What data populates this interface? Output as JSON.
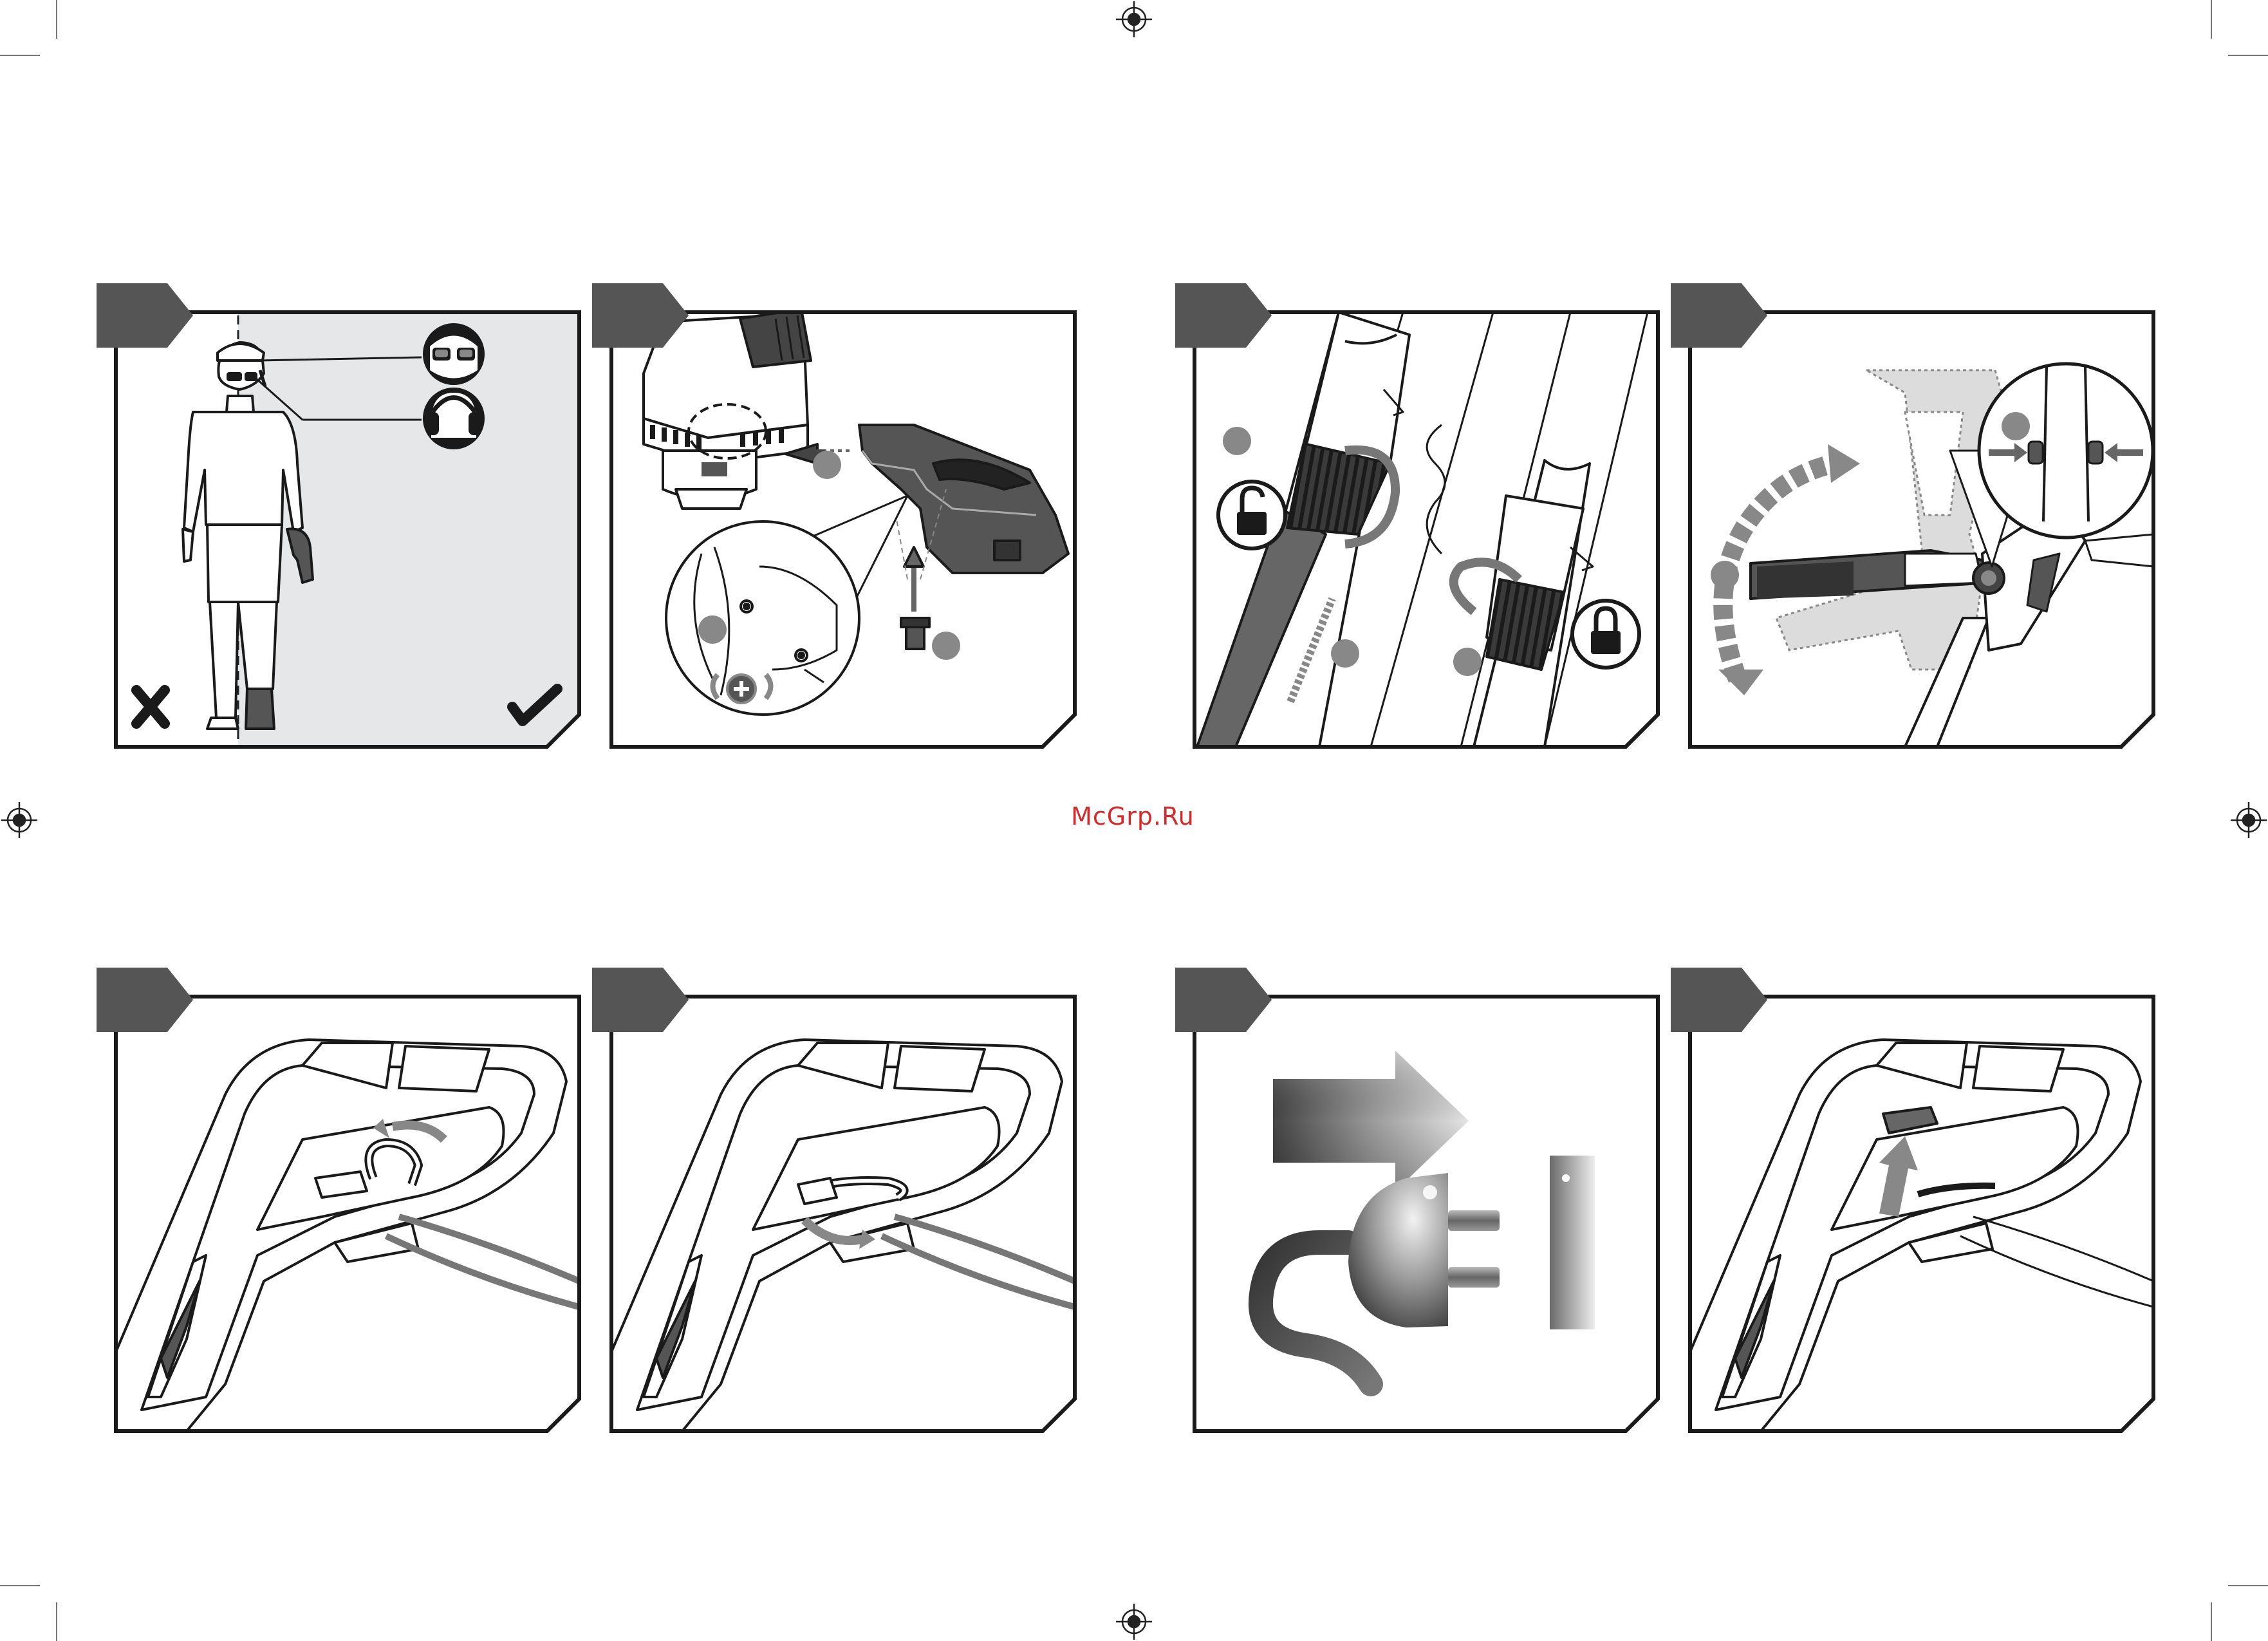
{
  "watermark": {
    "text": "McGrp.Ru"
  },
  "colors": {
    "ink": "#1a1a1a",
    "step_tab": "#555555",
    "light_bg": "#e6e7e9",
    "mid_grey": "#8a8a8a",
    "dark_grey": "#4a4a4a",
    "watermark": "#d42a2a"
  },
  "panels": [
    {
      "id": "safety-gear",
      "icons": [
        "safety-glasses-icon",
        "ear-protection-icon",
        "cross-mark-icon",
        "check-mark-icon"
      ]
    },
    {
      "id": "guard-assembly",
      "icons": [
        "screwdriver-icon"
      ]
    },
    {
      "id": "shaft-adjust",
      "icons": [
        "unlock-icon",
        "lock-icon",
        "rotate-arrow-icon"
      ]
    },
    {
      "id": "handle-adjust",
      "icons": [
        "press-arrow-icon",
        "rotate-arrow-icon"
      ]
    },
    {
      "id": "cord-loop-insert",
      "icons": [
        "curved-arrow-icon"
      ]
    },
    {
      "id": "cord-loop-secure",
      "icons": [
        "curved-arrow-icon"
      ]
    },
    {
      "id": "plug-power",
      "icons": [
        "right-arrow-icon",
        "power-plug-icon",
        "power-symbol-icon"
      ]
    },
    {
      "id": "switch-on",
      "icons": [
        "up-arrow-icon"
      ]
    }
  ]
}
